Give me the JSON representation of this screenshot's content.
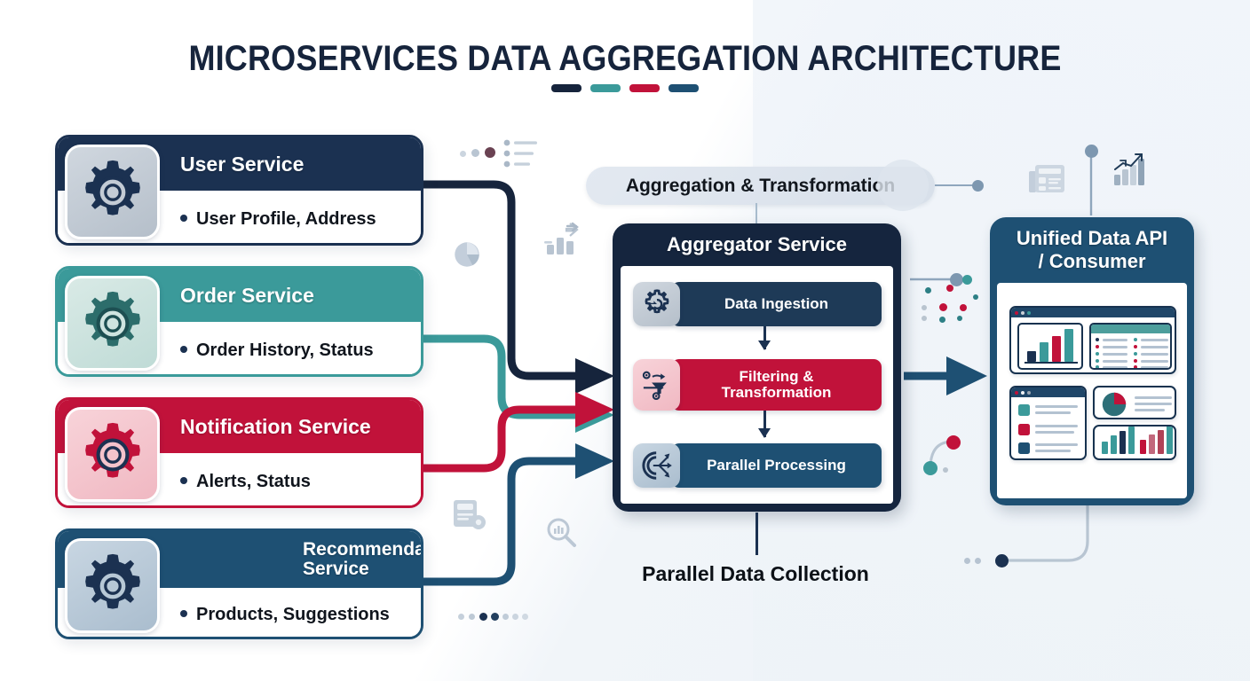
{
  "header": {
    "title": "MICROSERVICES DATA AGGREGATION ARCHITECTURE",
    "accent_dashes": [
      "#16243c",
      "#3b9a9a",
      "#c1123a",
      "#1e5073"
    ]
  },
  "palette": {
    "navy_dark": "#16243c",
    "navy": "#1b3151",
    "teal": "#3b9a9a",
    "crimson": "#c1123a",
    "steel_blue": "#1e5073",
    "page_bg": "#ffffff",
    "page_bg_right": "#eef3f8"
  },
  "services": [
    {
      "id": "user-service",
      "title": "User Service",
      "detail": "User Profile, Address",
      "header_color": "#1b3151",
      "border_color": "#1b3151",
      "icon_bg": "#c3cbd5",
      "icon_color": "#1b3151",
      "icon": "gear-icon"
    },
    {
      "id": "order-service",
      "title": "Order Service",
      "detail": "Order History, Status",
      "header_color": "#3b9a9a",
      "border_color": "#3b9a9a",
      "icon_bg": "#cfe4e0",
      "icon_color": "#2c6d6b",
      "icon": "gear-icon"
    },
    {
      "id": "notification-service",
      "title": "Notification Service",
      "detail": "Alerts, Status",
      "header_color": "#c1123a",
      "border_color": "#c1123a",
      "icon_bg": "#f4c3cb",
      "icon_color": "#c1123a",
      "icon": "gear-icon"
    },
    {
      "id": "recommendation-service",
      "title": "Recommendation Service",
      "title_line_1": "Recommendation",
      "title_line_2": "Service",
      "detail": "Products, Suggestions",
      "header_color": "#1e5073",
      "border_color": "#1e5073",
      "icon_bg": "#b7c8d6",
      "icon_color": "#1b3151",
      "icon": "gear-icon"
    }
  ],
  "middle": {
    "pill_label": "Aggregation & Transformation",
    "aggregator_title": "Aggregator Service",
    "bottom_label": "Parallel Data Collection",
    "stages": [
      {
        "id": "data-ingestion",
        "label": "Data Ingestion",
        "pill_color": "#1e3a57",
        "tile_bg": "#c3cbd5",
        "icon": "gear-import-icon"
      },
      {
        "id": "filtering-transformation",
        "label": "Filtering & Transformation",
        "label_line_1": "Filtering &",
        "label_line_2": "Transformation",
        "pill_color": "#c1123a",
        "tile_bg": "#f4c3cb",
        "icon": "funnel-gears-icon"
      },
      {
        "id": "parallel-processing",
        "label": "Parallel Processing",
        "pill_color": "#1e5073",
        "tile_bg": "#b7c8d6",
        "icon": "gear-branch-arrows-icon"
      }
    ]
  },
  "consumer": {
    "title_line_1": "Unified Data API",
    "title_line_2": "/ Consumer",
    "header_color": "#1e5073",
    "dashboard": {
      "window_top": {
        "dots": [
          "#c1123a",
          "#c9cfd6",
          "#3b9a9a"
        ],
        "bar_chart": {
          "type": "bar",
          "values": [
            30,
            55,
            72,
            92
          ],
          "colors": [
            "#1b3151",
            "#3b9a9a",
            "#c1123a",
            "#3b9a9a"
          ]
        },
        "list_rows": 5,
        "list_dot_colors_left": [
          "#1b3151",
          "#c1123a",
          "#3b9a9a",
          "#3b9a9a",
          "#3b9a9a"
        ],
        "list_dot_colors_right": [
          "#3b9a9a",
          "#c1123a",
          "#3b9a9a",
          "#c1123a",
          "#c1123a"
        ],
        "list_header_color": "#4d9e9c"
      },
      "window_bottom_left": {
        "dots": [
          "#c1123a",
          "#f1f3f5",
          "#9aa6b2"
        ],
        "items": [
          {
            "swatch": "#3b9a9a",
            "lines": 2
          },
          {
            "swatch": "#c1123a",
            "lines": 2
          },
          {
            "swatch": "#1e5073",
            "lines": 2
          }
        ]
      },
      "pie_panel": {
        "type": "pie",
        "slices": [
          {
            "color": "#c1123a",
            "value": 28
          },
          {
            "color": "#2d6f78",
            "value": 72
          }
        ],
        "text_lines": 3
      },
      "bar_panel": {
        "type": "bar",
        "values": [
          38,
          58,
          72,
          86,
          44,
          62,
          74,
          92
        ],
        "colors": [
          "#3b9a9a",
          "#3b9a9a",
          "#1b3151",
          "#3b9a9a",
          "#c1123a",
          "#c2687c",
          "#b04257",
          "#3b9a9a"
        ]
      }
    }
  },
  "decorations": {
    "icons": [
      "bullet-list-icon",
      "bar-chart-arrow-icon",
      "pie-chart-icon",
      "document-gear-icon",
      "search-data-icon",
      "newspaper-icon",
      "growth-chart-icon"
    ],
    "dot_rows": [
      {
        "count": 3,
        "colors": [
          "#cbd5df",
          "#b9c5d2",
          "#6a4252"
        ]
      },
      {
        "count": 7,
        "colors": [
          "#c5d0db",
          "#bdc9d5",
          "#1b3151",
          "#24405f",
          "#c0ccd8",
          "#cbd5df",
          "#d0d9e2"
        ]
      },
      {
        "count": 2,
        "colors": [
          "#b6c3d1",
          "#b6c3d1"
        ]
      }
    ],
    "node_dot_colors": [
      "#7d97b0",
      "#c1123a",
      "#3b9a9a",
      "#1b3151"
    ],
    "scatter_colors": [
      "#3b9a9a",
      "#c1123a",
      "#2d7f85",
      "#b9c4cf"
    ]
  }
}
